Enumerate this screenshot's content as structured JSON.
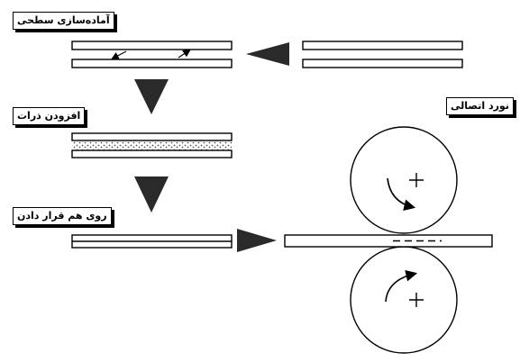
{
  "steps": {
    "surface_prep": "آماده‌سازی سطحی",
    "add_particles": "افزودن ذرات",
    "stacking": "روی هم قرار دادن",
    "roll_bonding": "نورد اتصالی"
  },
  "colors": {
    "stroke": "#000000",
    "arrow_fill": "#2a2a2a",
    "particle": "#555555"
  },
  "icons": {
    "process_arrow": "triangle-arrow-icon",
    "rotation_arrow": "curved-arrow-icon",
    "roll_center": "plus-icon"
  }
}
